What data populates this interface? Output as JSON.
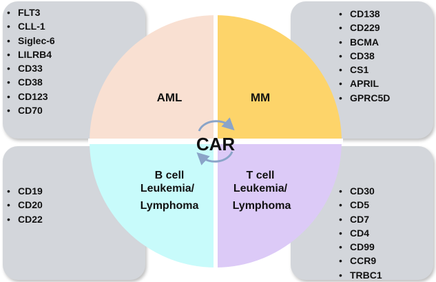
{
  "quadrants": {
    "aml": {
      "title": "AML",
      "color": "#f9e0d2",
      "markers": [
        "FLT3",
        "CLL-1",
        "Siglec-6",
        "LILRB4",
        "CD33",
        "CD38",
        "CD123",
        "CD70"
      ]
    },
    "mm": {
      "title": "MM",
      "color": "#fdd46a",
      "markers": [
        "CD138",
        "CD229",
        "BCMA",
        "CD38",
        "CS1",
        "APRIL",
        "GPRC5D"
      ]
    },
    "b_cell": {
      "title_lines": [
        "B cell",
        "Leukemia/",
        "Lymphoma"
      ],
      "color": "#c8fbfb",
      "markers": [
        "CD19",
        "CD20",
        "CD22"
      ]
    },
    "t_cell": {
      "title_lines": [
        "T cell",
        "Leukemia/",
        "Lymphoma"
      ],
      "color": "#dccaf7",
      "markers": [
        "CD30",
        "CD5",
        "CD7",
        "CD4",
        "CD99",
        "CCR9",
        "TRBC1"
      ]
    }
  },
  "center": {
    "label": "CAR",
    "cycle_icon": "cycle-arrows-icon",
    "arrow_color": "#8aa4c8"
  },
  "panel_color": "#d3d6db"
}
